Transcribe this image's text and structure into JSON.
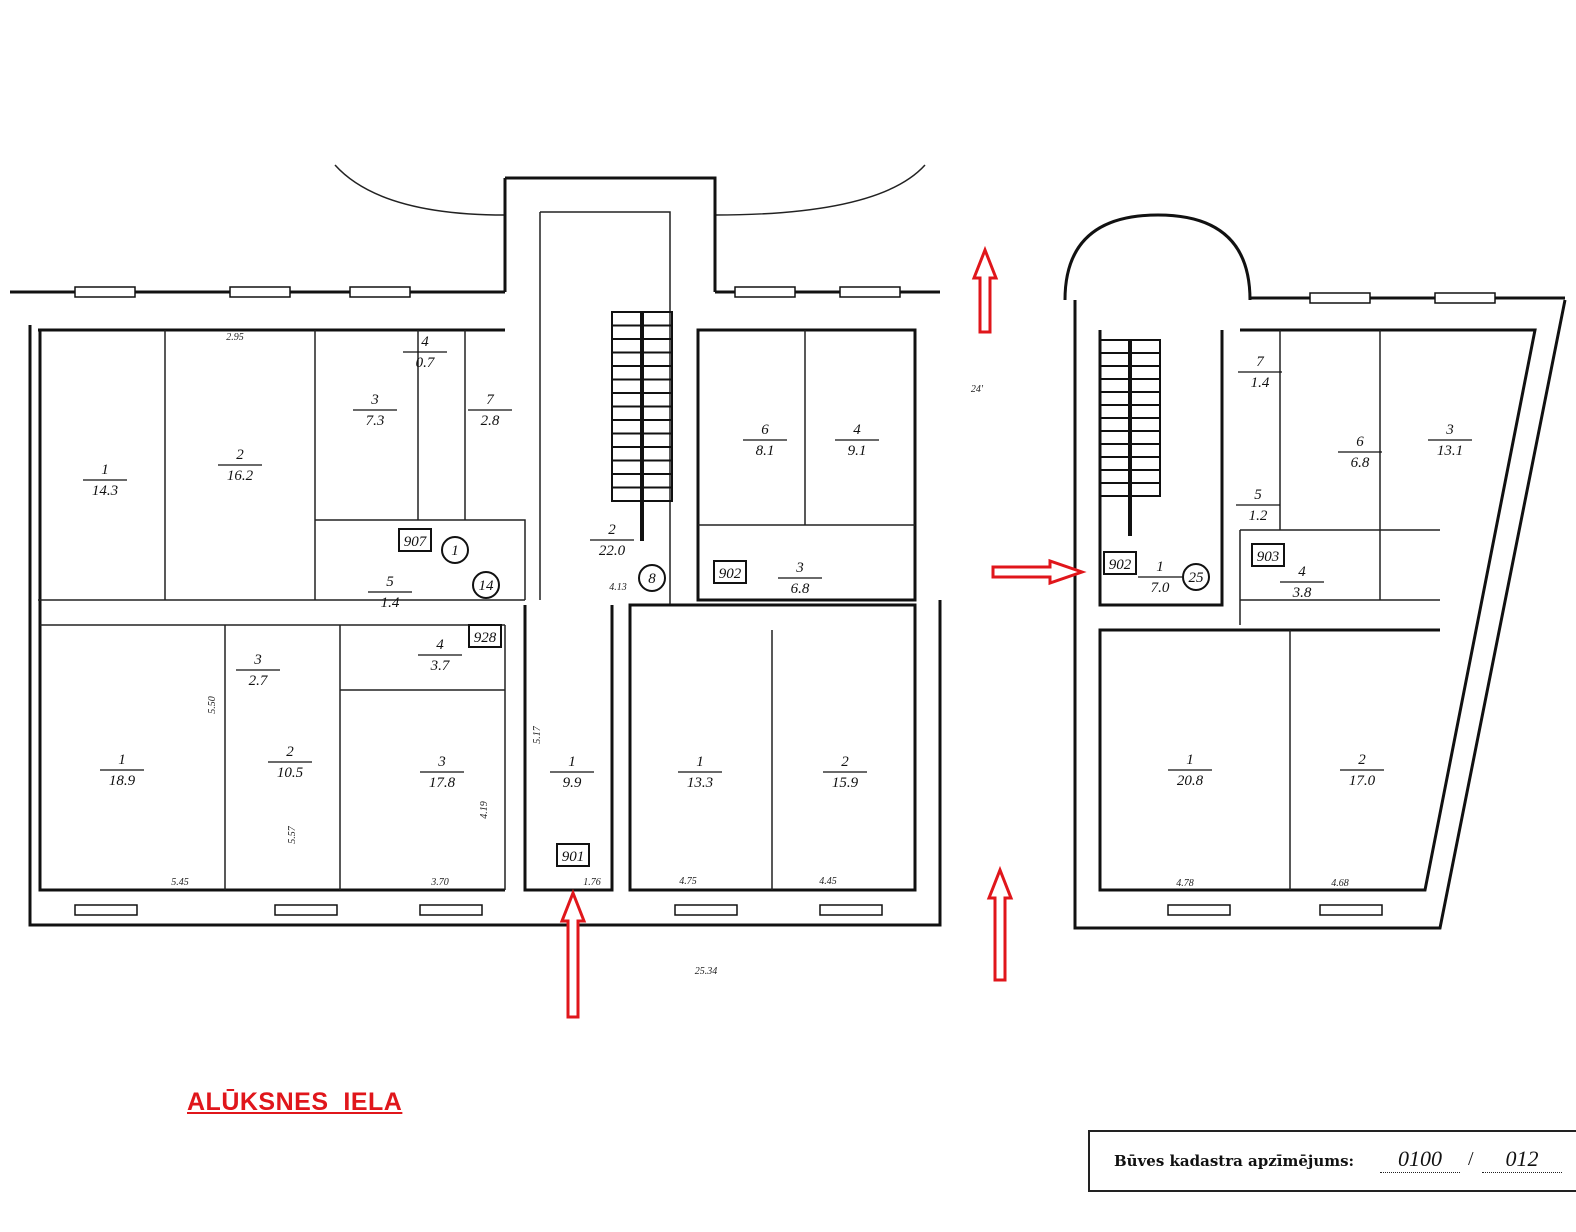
{
  "street_label": "ALŪKSNES  IELA",
  "cadastre": {
    "label": "Būves kadastra apzīmējums:",
    "part1": "0100",
    "separator": "/",
    "part2": "012"
  },
  "rooms": [
    {
      "id": "l1",
      "no": "1",
      "area": "14.3"
    },
    {
      "id": "l2",
      "no": "2",
      "area": "16.2"
    },
    {
      "id": "l3",
      "no": "3",
      "area": "7.3"
    },
    {
      "id": "l4",
      "no": "4",
      "area": "0.7"
    },
    {
      "id": "l5",
      "no": "5",
      "area": "1.4"
    },
    {
      "id": "l6",
      "no": "7",
      "area": "2.8"
    },
    {
      "id": "b1",
      "no": "1",
      "area": "18.9"
    },
    {
      "id": "b2",
      "no": "2",
      "area": "10.5"
    },
    {
      "id": "b3",
      "no": "3",
      "area": "17.8"
    },
    {
      "id": "b4",
      "no": "4",
      "area": "3.7"
    },
    {
      "id": "b5",
      "no": "3",
      "area": "2.7"
    },
    {
      "id": "m1",
      "no": "2",
      "area": "22.0"
    },
    {
      "id": "m2",
      "no": "1",
      "area": "9.9"
    },
    {
      "id": "m3",
      "no": "6",
      "area": "8.1"
    },
    {
      "id": "m4",
      "no": "4",
      "area": "9.1"
    },
    {
      "id": "m5",
      "no": "3",
      "area": "6.8"
    },
    {
      "id": "m6",
      "no": "1",
      "area": "13.3"
    },
    {
      "id": "m7",
      "no": "2",
      "area": "15.9"
    },
    {
      "id": "r1",
      "no": "1",
      "area": "7.0"
    },
    {
      "id": "r2",
      "no": "4",
      "area": "3.8"
    },
    {
      "id": "r3",
      "no": "6",
      "area": "6.8"
    },
    {
      "id": "r4",
      "no": "3",
      "area": "13.1"
    },
    {
      "id": "r5",
      "no": "5",
      "area": "1.2"
    },
    {
      "id": "r6",
      "no": "7",
      "area": "1.4"
    },
    {
      "id": "r7",
      "no": "1",
      "area": "20.8"
    },
    {
      "id": "r8",
      "no": "2",
      "area": "17.0"
    }
  ],
  "apartment_tags": [
    {
      "id": "t1",
      "text": "901"
    },
    {
      "id": "t2",
      "text": "902"
    },
    {
      "id": "t3",
      "text": "903"
    },
    {
      "id": "t4",
      "text": "928"
    },
    {
      "id": "t5",
      "text": "907"
    },
    {
      "id": "t6",
      "text": "902"
    }
  ],
  "circled": [
    {
      "id": "c1",
      "text": "8"
    },
    {
      "id": "c2",
      "text": "25"
    },
    {
      "id": "c3",
      "text": "1"
    },
    {
      "id": "c4",
      "text": "14"
    }
  ],
  "dimensions": [
    {
      "id": "d1",
      "text": "25.34"
    },
    {
      "id": "d2",
      "text": "24'"
    },
    {
      "id": "d3",
      "text": "5.50"
    },
    {
      "id": "d4",
      "text": "5.45"
    },
    {
      "id": "d5",
      "text": "5.57"
    },
    {
      "id": "d6",
      "text": "3.70"
    },
    {
      "id": "d7",
      "text": "4.19"
    },
    {
      "id": "d8",
      "text": "5.17"
    },
    {
      "id": "d9",
      "text": "1.76"
    },
    {
      "id": "d10",
      "text": "4.75"
    },
    {
      "id": "d11",
      "text": "4.45"
    },
    {
      "id": "d12",
      "text": "2.95"
    },
    {
      "id": "d13",
      "text": "4.78"
    },
    {
      "id": "d14",
      "text": "4.68"
    },
    {
      "id": "d15",
      "text": "4.13"
    }
  ],
  "colors": {
    "arrow": "#e0161b",
    "ink": "#111111"
  }
}
